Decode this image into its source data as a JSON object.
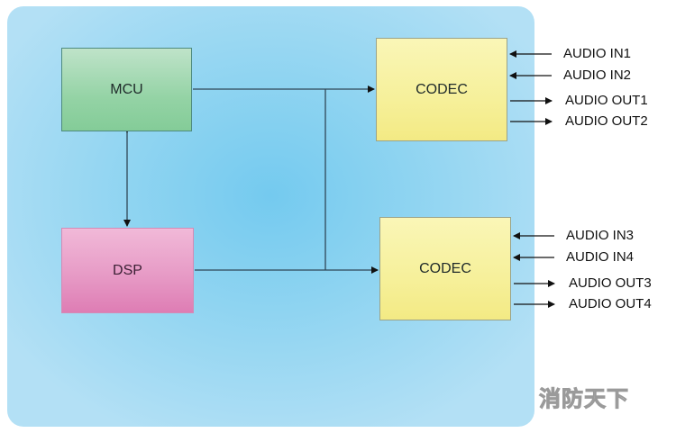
{
  "diagram": {
    "title": "",
    "blocks": {
      "mcu": "MCU",
      "dsp": "DSP",
      "codec1": "CODEC",
      "codec2": "CODEC"
    },
    "connections": [
      {
        "from": "MCU",
        "to": "DSP",
        "type": "bidirectional"
      },
      {
        "from": "MCU",
        "to": "CODEC1",
        "type": "arrow"
      },
      {
        "from": "DSP",
        "to": "CODEC2",
        "type": "arrow"
      },
      {
        "from": "bus",
        "to": "CODEC1/CODEC2",
        "type": "shared-line"
      }
    ],
    "codec1_ports": [
      {
        "label": "AUDIO IN1",
        "direction": "in"
      },
      {
        "label": "AUDIO IN2",
        "direction": "in"
      },
      {
        "label": "AUDIO OUT1",
        "direction": "out"
      },
      {
        "label": "AUDIO OUT2",
        "direction": "out"
      }
    ],
    "codec2_ports": [
      {
        "label": "AUDIO IN3",
        "direction": "in"
      },
      {
        "label": "AUDIO IN4",
        "direction": "in"
      },
      {
        "label": "AUDIO OUT3",
        "direction": "out"
      },
      {
        "label": "AUDIO OUT4",
        "direction": "out"
      }
    ],
    "watermark": "消防天下",
    "colors": {
      "background_center": "#74caef",
      "background_edge": "#b3e0f5",
      "mcu": "#94d3a5",
      "dsp": "#e79bc6",
      "codec": "#f6f09a",
      "wire": "#2f4656"
    }
  }
}
